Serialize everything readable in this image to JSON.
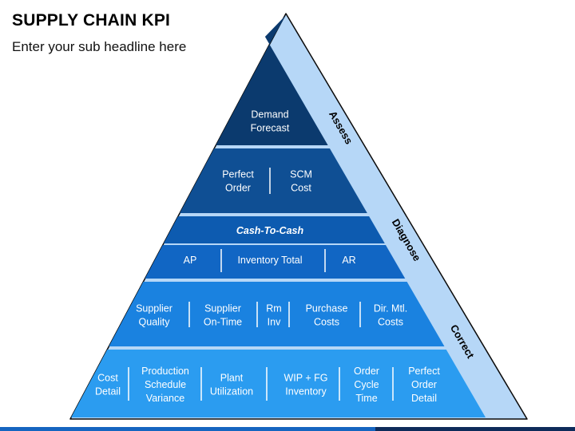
{
  "header": {
    "title": "SUPPLY CHAIN KPI",
    "subtitle": "Enter your sub headline here"
  },
  "side_labels": [
    "Assess",
    "Diagnose",
    "Correct"
  ],
  "tiers": [
    {
      "name": "tier-1",
      "items": [
        [
          "Demand",
          "Forecast"
        ]
      ]
    },
    {
      "name": "tier-2",
      "items": [
        [
          "Perfect",
          "Order"
        ],
        [
          "SCM",
          "Cost"
        ]
      ]
    },
    {
      "name": "tier-3a",
      "italic": true,
      "items": [
        [
          "Cash-To-Cash"
        ]
      ]
    },
    {
      "name": "tier-3b",
      "items": [
        [
          "AP"
        ],
        [
          "Inventory Total"
        ],
        [
          "AR"
        ]
      ]
    },
    {
      "name": "tier-4",
      "items": [
        [
          "Supplier",
          "Quality"
        ],
        [
          "Supplier",
          "On-Time"
        ],
        [
          "Rm",
          "Inv"
        ],
        [
          "Purchase",
          "Costs"
        ],
        [
          "Dir. Mtl.",
          "Costs"
        ]
      ]
    },
    {
      "name": "tier-5",
      "items": [
        [
          "Cost",
          "Detail"
        ],
        [
          "Production",
          "Schedule",
          "Variance"
        ],
        [
          "Plant",
          "Utilization"
        ],
        [
          "WIP + FG",
          "Inventory"
        ],
        [
          "Order",
          "Cycle",
          "Time"
        ],
        [
          "Perfect",
          "Order",
          "Detail"
        ]
      ]
    }
  ],
  "colors": {
    "tier1": "#0b3a6e",
    "tier2": "#0f4f94",
    "tier3a": "#0d5bb0",
    "tier3b": "#1166c4",
    "tier4": "#1a82e0",
    "tier5": "#2b9cf0",
    "side": "#b6d7f7",
    "outline": "#0a0a0a",
    "text": "#ffffff"
  }
}
